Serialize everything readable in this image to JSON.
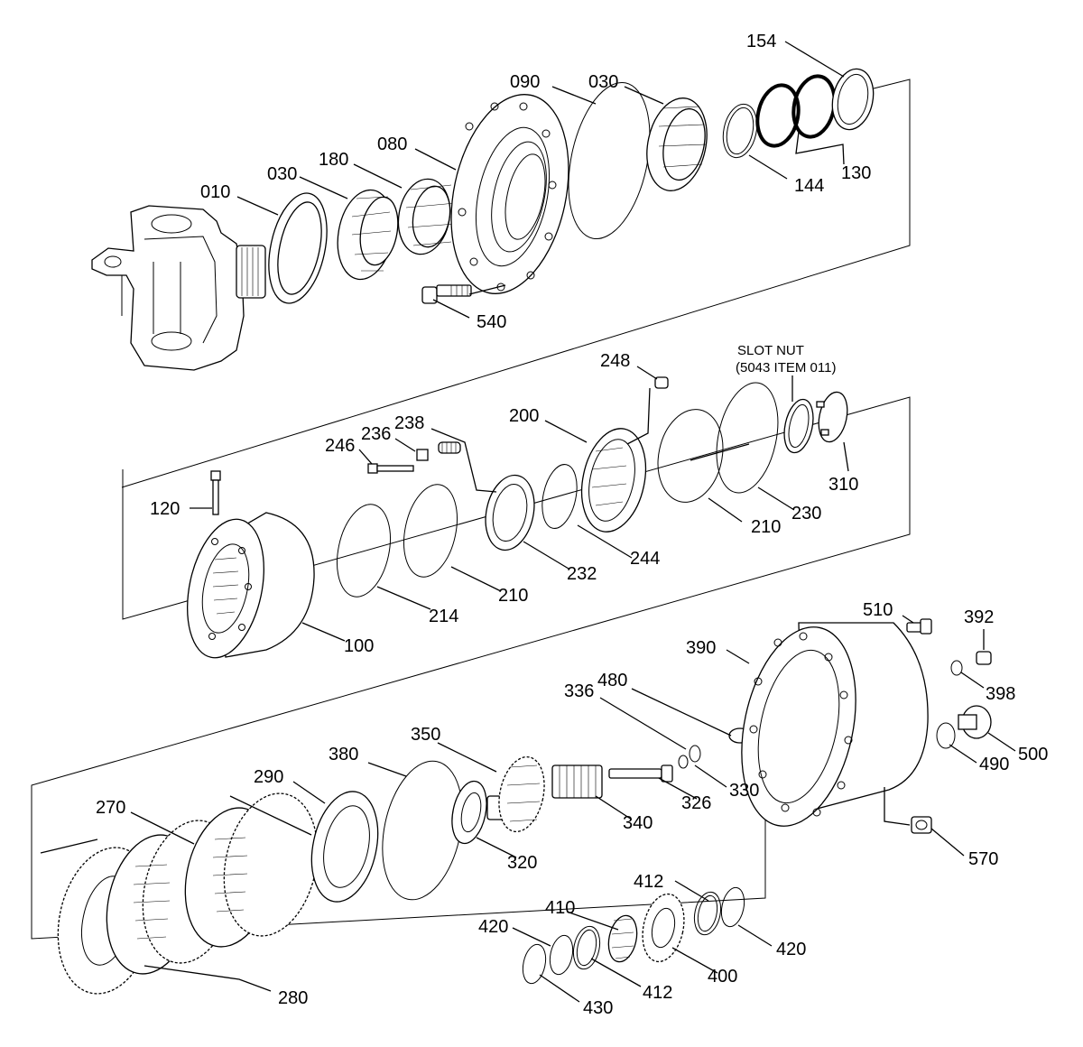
{
  "labels": {
    "p154": "154",
    "p090": "090",
    "p030a": "030",
    "p130": "130",
    "p144": "144",
    "p080": "080",
    "p180": "180",
    "p030b": "030",
    "p010": "010",
    "p540": "540",
    "p248": "248",
    "p200": "200",
    "p238": "238",
    "p236": "236",
    "p246": "246",
    "p120": "120",
    "p310": "310",
    "p230": "230",
    "p210a": "210",
    "p244": "244",
    "p232": "232",
    "p210b": "210",
    "p214": "214",
    "p100": "100",
    "p510": "510",
    "p392": "392",
    "p390": "390",
    "p398": "398",
    "p480": "480",
    "p336": "336",
    "p350": "350",
    "p380": "380",
    "p290": "290",
    "p270": "270",
    "p500": "500",
    "p490": "490",
    "p330": "330",
    "p326": "326",
    "p340": "340",
    "p320": "320",
    "p570": "570",
    "p412a": "412",
    "p410": "410",
    "p420a": "420",
    "p420b": "420",
    "p400": "400",
    "p412b": "412",
    "p430": "430",
    "p280": "280"
  },
  "note": {
    "line1": "SLOT NUT",
    "line2": "(5043 ITEM 011)"
  }
}
